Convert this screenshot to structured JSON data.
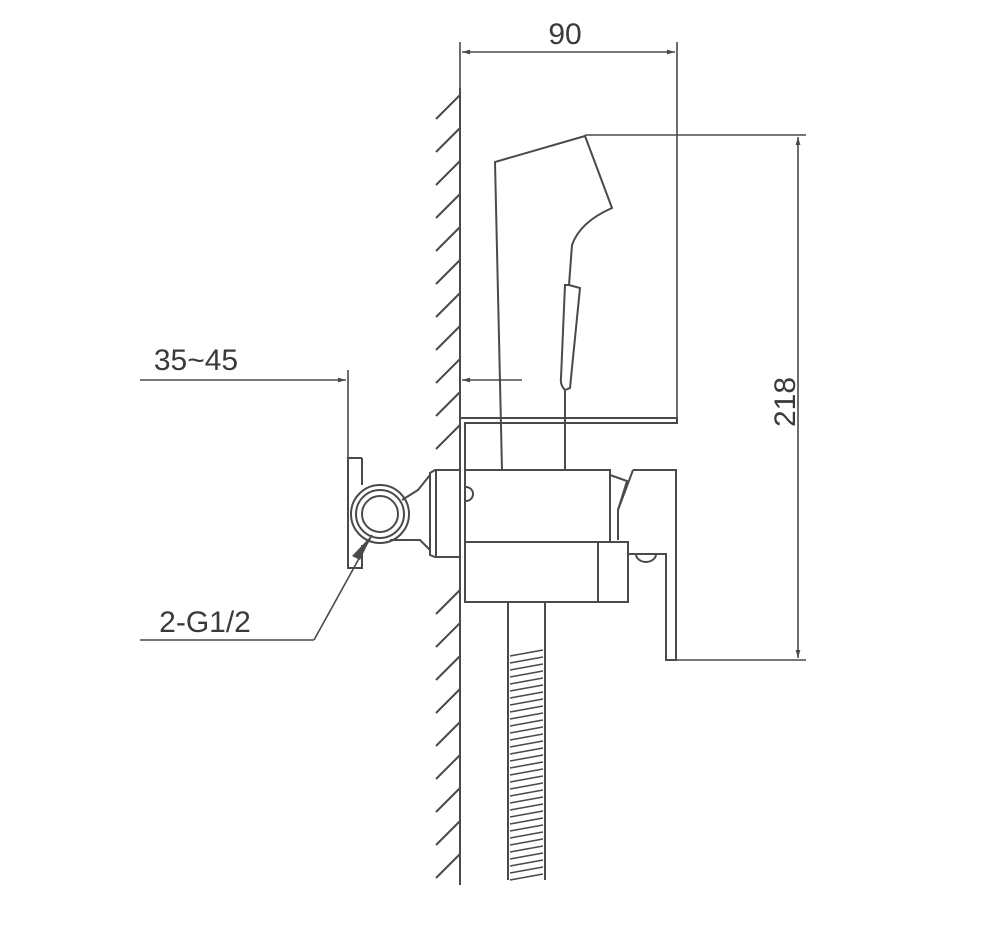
{
  "dimensions": {
    "width": "90",
    "height": "218",
    "wall_offset": "35~45",
    "connection": "2-G1/2"
  },
  "colors": {
    "line": "#4a4a4a",
    "text": "#3a3a3a"
  }
}
